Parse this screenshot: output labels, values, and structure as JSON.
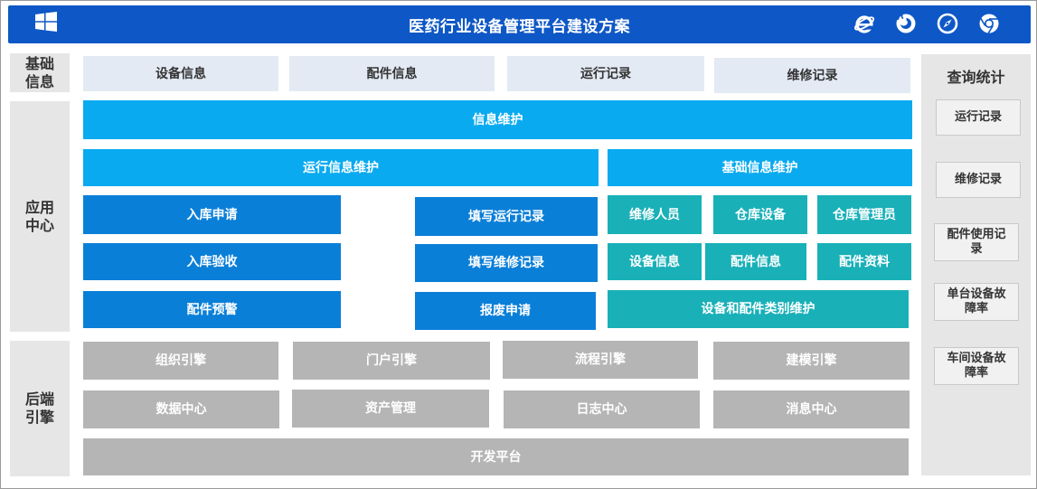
{
  "header": {
    "title": "医药行业设备管理平台建设方案",
    "icons": [
      "windows-logo-icon",
      "ie-browser-icon",
      "firefox-browser-icon",
      "safari-compass-icon",
      "chrome-browser-icon"
    ]
  },
  "sections": {
    "basic": "基础信息",
    "app": "应用中心",
    "backend": "后端引擎"
  },
  "basic_row": [
    "设备信息",
    "配件信息",
    "运行记录",
    "维修记录"
  ],
  "app_center": {
    "info_maintain": "信息维护",
    "run_maintain": "运行信息维护",
    "base_maintain": "基础信息维护",
    "left_col": [
      "入库申请",
      "入库验收",
      "配件预警"
    ],
    "mid_col": [
      "填写运行记录",
      "填写维修记录",
      "报废申请"
    ],
    "right_row1": [
      "维修人员",
      "仓库设备",
      "仓库管理员"
    ],
    "right_row2": [
      "设备信息",
      "配件信息",
      "配件资料"
    ],
    "category_maintain": "设备和配件类别维护"
  },
  "backend": {
    "row1": [
      "组织引擎",
      "门户引擎",
      "流程引擎",
      "建模引擎"
    ],
    "row2": [
      "数据中心",
      "资产管理",
      "日志中心",
      "消息中心"
    ],
    "platform": "开发平台"
  },
  "query": {
    "title": "查询统计",
    "items": [
      "运行记录",
      "维修记录",
      "配件使用记录",
      "单台设备故障率",
      "车间设备故障率"
    ]
  },
  "colors": {
    "header": "#0e57c6",
    "sky": "#0aaaf0",
    "blue": "#0a7fd8",
    "teal": "#19b0b8",
    "gray": "#b5b5b5",
    "side": "#e6e6e6"
  }
}
